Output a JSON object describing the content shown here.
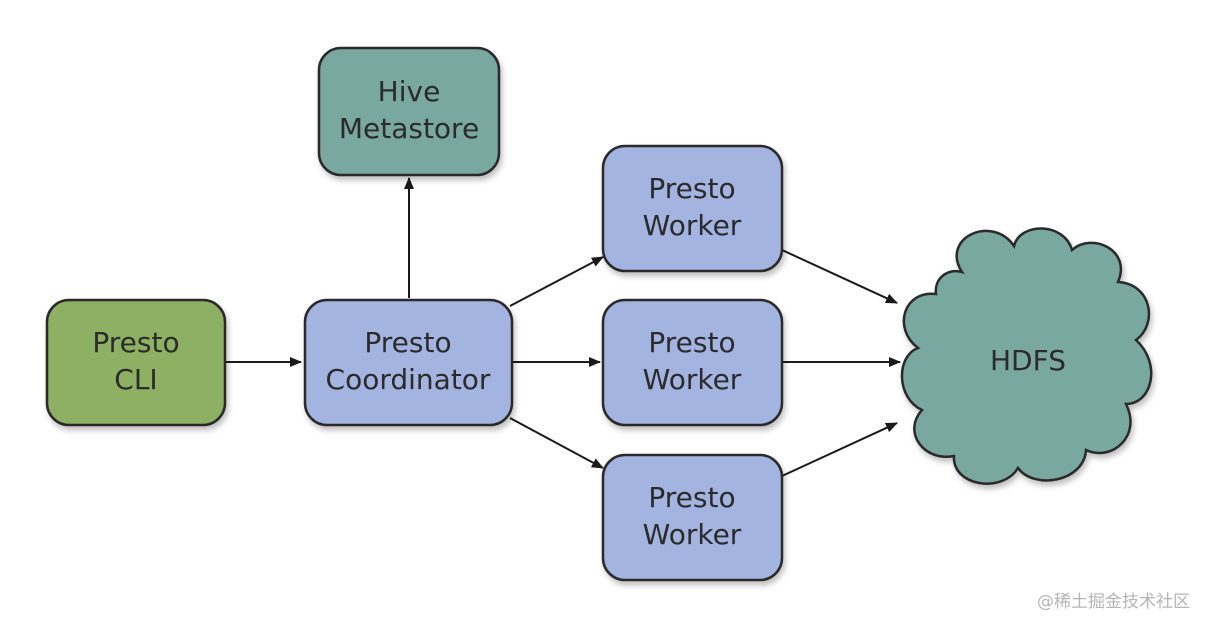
{
  "colors": {
    "green": "#8db063",
    "teal": "#79a8a1",
    "blue": "#a4b4e0",
    "stroke": "#2a2a2a"
  },
  "nodes": {
    "cli": {
      "line1": "Presto",
      "line2": "CLI"
    },
    "coordinator": {
      "line1": "Presto",
      "line2": "Coordinator"
    },
    "metastore": {
      "line1": "Hive",
      "line2": "Metastore"
    },
    "worker1": {
      "line1": "Presto",
      "line2": "Worker"
    },
    "worker2": {
      "line1": "Presto",
      "line2": "Worker"
    },
    "worker3": {
      "line1": "Presto",
      "line2": "Worker"
    },
    "hdfs": {
      "label": "HDFS"
    }
  },
  "edges": [
    {
      "from": "Presto CLI",
      "to": "Presto Coordinator"
    },
    {
      "from": "Presto Coordinator",
      "to": "Hive Metastore"
    },
    {
      "from": "Presto Coordinator",
      "to": "Presto Worker"
    },
    {
      "from": "Presto Coordinator",
      "to": "Presto Worker"
    },
    {
      "from": "Presto Coordinator",
      "to": "Presto Worker"
    },
    {
      "from": "Presto Worker",
      "to": "HDFS"
    },
    {
      "from": "Presto Worker",
      "to": "HDFS"
    },
    {
      "from": "Presto Worker",
      "to": "HDFS"
    }
  ],
  "watermark": "@稀土掘金技术社区"
}
